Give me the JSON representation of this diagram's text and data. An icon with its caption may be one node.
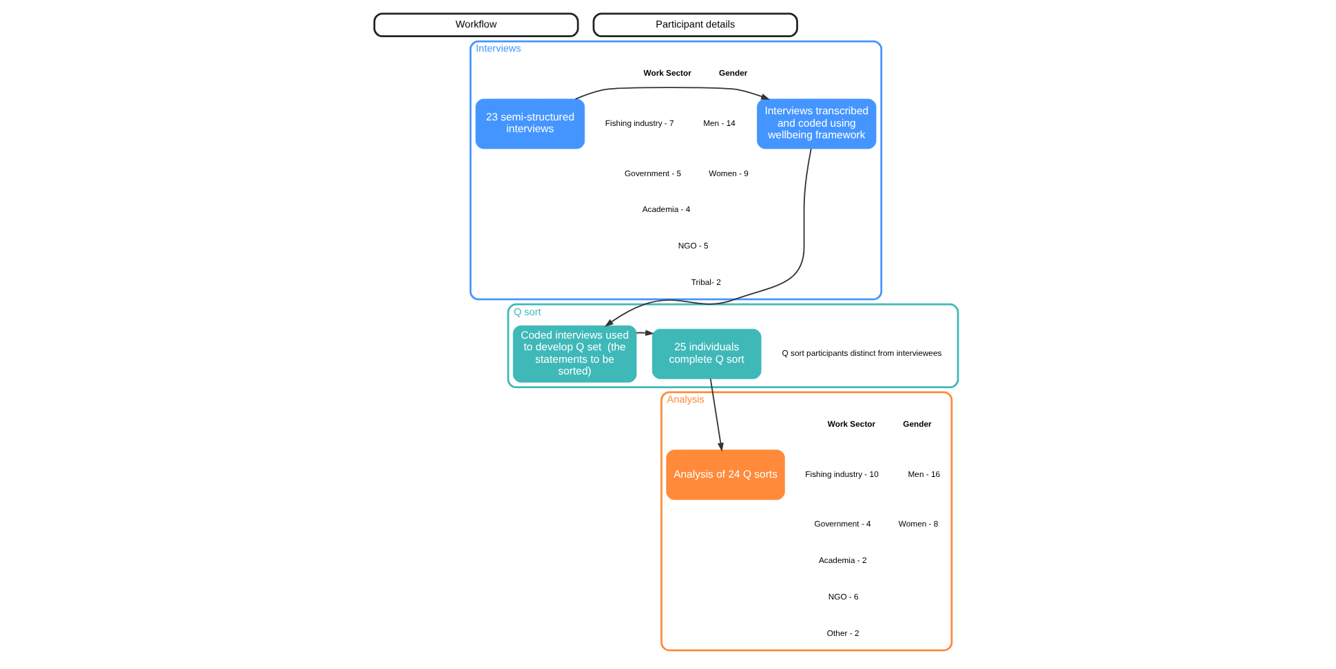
{
  "diagram": {
    "nodes": [
      {
        "text": [
          "Workflow"
        ]
      },
      {
        "text": [
          "Participant details"
        ]
      },
      {
        "text": [
          "Interviews"
        ]
      },
      {
        "text": [
          "23 semi-structured interviews"
        ],
        "in": 2
      },
      {
        "text": [
          "Interviews transcribed and coded using wellbeing framework"
        ],
        "in": 2
      },
      {
        "text": [
          "Q sort"
        ]
      },
      {
        "text": [
          "25 individuals complete Q sort"
        ],
        "in": 5
      },
      {
        "text": [
          "Coded interviews used to develop Q set  (the statements to be sorted)"
        ],
        "in": 5
      },
      {
        "text": [
          "Analysis"
        ]
      },
      {
        "text": [
          "Analysis of 24 Q sorts"
        ],
        "in": 8
      }
    ],
    "edges": [
      {
        "from": 3,
        "to": 4,
        "arrow": "to"
      },
      {
        "from": 4,
        "to": 7,
        "arrow": "to"
      },
      {
        "from": 7,
        "to": 6,
        "arrow": "to"
      },
      {
        "from": 6,
        "to": 9,
        "arrow": "to"
      }
    ],
    "labels": [
      "Work Sector",
      "Gender",
      "Fishing industry - 7",
      "Men - 14",
      "Government - 5",
      "Women - 9",
      "Academia - 4",
      "NGO - 5",
      "Tribal- 2",
      "Q sort participants distinct from interviewees",
      "Work Sector",
      "Gender",
      "Fishing industry - 10",
      "Men - 16",
      "Government - 4",
      "Women - 8",
      "Academia - 2",
      "NGO - 6",
      "Other - 2"
    ]
  }
}
